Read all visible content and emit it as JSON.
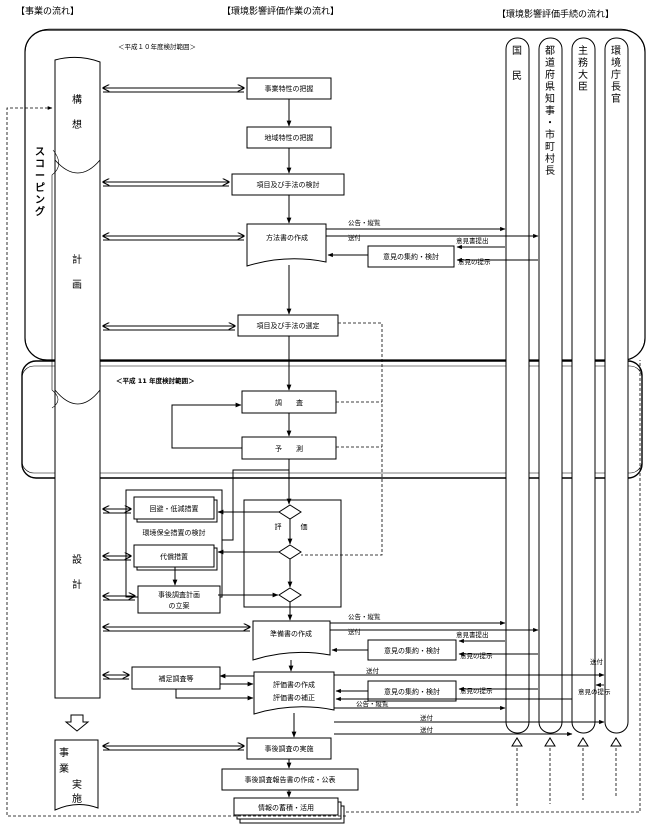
{
  "headers": {
    "flow": "【事業の流れ】",
    "work": "【環境影響評価作業の流れ】",
    "procedure": "【環境影響評価手続の流れ】"
  },
  "ranges": {
    "h10": "＜平成１０年度検討範囲＞",
    "h11": "＜平成 11 年度検討範囲＞"
  },
  "project_phases": {
    "kousou": [
      "構",
      "想"
    ],
    "keikaku": [
      "計",
      "画"
    ],
    "sekkei": [
      "設",
      "計"
    ],
    "jigyou": [
      "事",
      "業",
      "実",
      "施"
    ]
  },
  "scoping": [
    "ス",
    "コ",
    "ー",
    "ピ",
    "ン",
    "グ"
  ],
  "actors": {
    "kokumin": [
      "国",
      "民"
    ],
    "chiji": [
      "都",
      "道",
      "府",
      "県",
      "知",
      "事",
      "・",
      "市",
      "町",
      "村",
      "長"
    ],
    "daijin": [
      "主",
      "務",
      "大",
      "臣"
    ],
    "chokan": [
      "環",
      "境",
      "庁",
      "長",
      "官"
    ]
  },
  "boxes": {
    "jigyou_tokusei": "事業特性の把握",
    "chiiki_tokusei": "地域特性の把握",
    "koumoku_kentou": "項目及び手法の検討",
    "houhousho": "方法書の作成",
    "iken_houhou": "意見の集約・検討",
    "koumoku_sentei": "項目及び手法の選定",
    "chousa": "調　　査",
    "yosoku": "予　　測",
    "kaihi": "回避・低減措置",
    "hozen_kentou": "環境保全措置の検討",
    "daishou": "代償措置",
    "hyouka": "評　　価",
    "jigo_keikaku": [
      "事後調査計画",
      "の立案"
    ],
    "junbisho": "準備書の作成",
    "iken_junbi": "意見の集約・検討",
    "hosoku": "補足調査等",
    "hyoukasho": [
      "評価書の作成",
      "評価書の補正"
    ],
    "iken_hyouka": "意見の集約・検討",
    "jigo_jisshi": "事後調査の実施",
    "jigo_houkoku": "事後調査報告書の作成・公表",
    "jouhou": "情報の蓄積・活用"
  },
  "flow_labels": {
    "koukoku1": "公告・縦覧",
    "soufu1": "送付",
    "ikensho1": "意見書提出",
    "ikenteiji1": "意見の提示",
    "koukoku2": "公告・縦覧",
    "soufu2": "送付",
    "ikensho2": "意見書提出",
    "ikenteiji2": "意見の提示",
    "soufu3": "送付",
    "ikenteiji3": "意見の提示",
    "soufu_right": "送付",
    "iken_right": "意見の提示",
    "koukoku3": "公告・縦覧",
    "soufu4": "送付",
    "soufu5": "送付"
  }
}
